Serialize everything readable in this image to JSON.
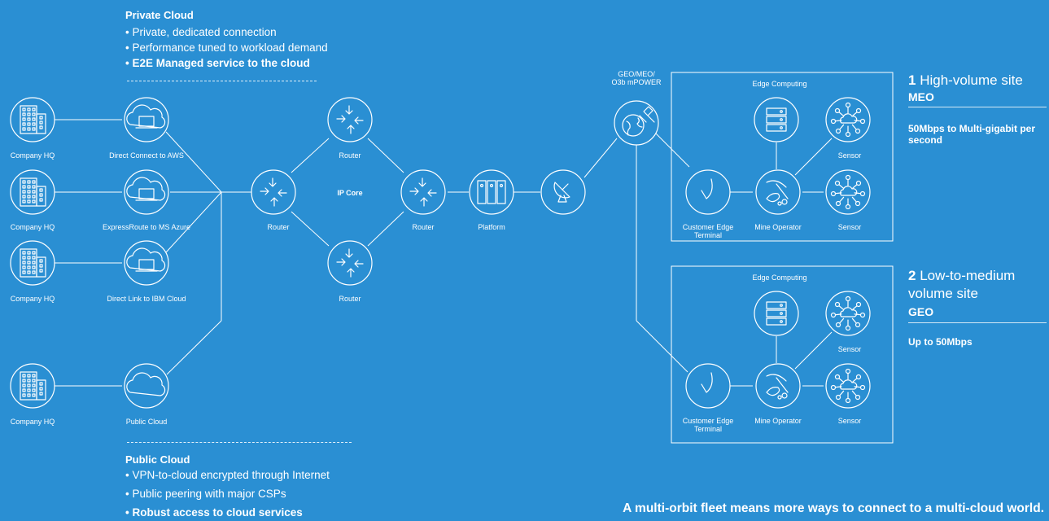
{
  "private_cloud": {
    "title": "Private Cloud",
    "bullets": [
      "Private, dedicated connection",
      "Performance tuned to workload demand",
      "E2E Managed service to the cloud"
    ]
  },
  "public_cloud": {
    "title": "Public Cloud",
    "bullets": [
      "VPN-to-cloud encrypted through Internet",
      "Public peering with major CSPs",
      "Robust access to cloud services"
    ]
  },
  "nodes": {
    "hq1": "Company HQ",
    "hq2": "Company HQ",
    "hq3": "Company HQ",
    "hq4": "Company HQ",
    "aws": "Direct Connect to AWS",
    "azure": "ExpressRoute to MS Azure",
    "ibm": "Direct Link to IBM Cloud",
    "public_cloud": "Public Cloud",
    "router_left": "Router",
    "router_top": "Router",
    "router_bottom": "Router",
    "router_right": "Router",
    "ip_core": "IP Core",
    "platform": "Platform",
    "satellite": "GEO/MEO/\nO3b mPOWER"
  },
  "site1_box": {
    "edge_computing": "Edge Computing",
    "sensor_top": "Sensor",
    "sensor_mid": "Sensor",
    "mine_operator": "Mine Operator",
    "customer_edge": "Customer Edge\nTerminal"
  },
  "site2_box": {
    "edge_computing": "Edge Computing",
    "sensor_top": "Sensor",
    "sensor_mid": "Sensor",
    "mine_operator": "Mine Operator",
    "customer_edge": "Customer Edge\nTerminal"
  },
  "sites": [
    {
      "number": "1",
      "title_rest": " High-volume site",
      "orbit": "MEO",
      "speed": "50Mbps to Multi-gigabit per second"
    },
    {
      "number": "2",
      "title_rest": " Low-to-medium volume site",
      "orbit": "GEO",
      "speed": "Up to 50Mbps"
    }
  ],
  "footer": "A multi-orbit fleet means more ways to connect to a multi-cloud world."
}
